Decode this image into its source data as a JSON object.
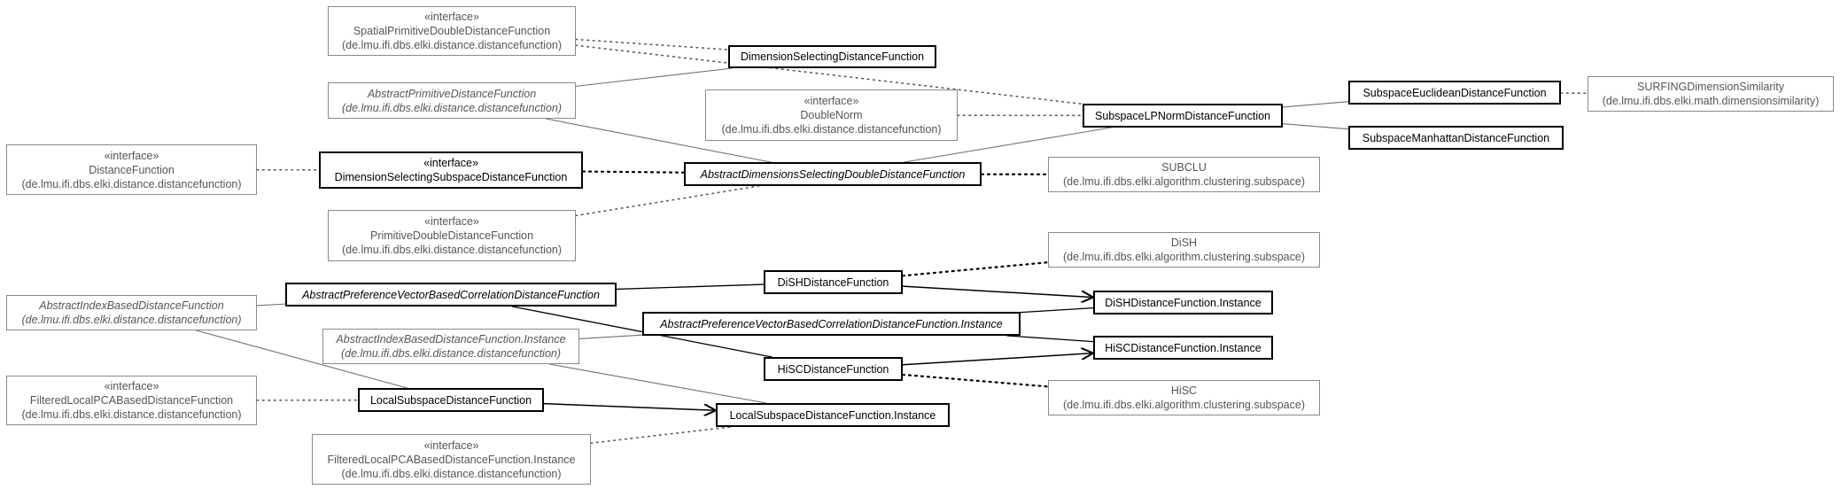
{
  "diagram": {
    "nodes": [
      {
        "id": "spatialPrimitive",
        "lines": [
          "«interface»",
          "SpatialPrimitiveDoubleDistanceFunction",
          "(de.lmu.ifi.dbs.elki.distance.distancefunction)"
        ],
        "abstract": false,
        "external": true
      },
      {
        "id": "dimSelecting",
        "lines": [
          "DimensionSelectingDistanceFunction"
        ],
        "abstract": false,
        "external": false
      },
      {
        "id": "abstractPrimitive",
        "lines": [
          "AbstractPrimitiveDistanceFunction",
          "(de.lmu.ifi.dbs.elki.distance.distancefunction)"
        ],
        "abstract": true,
        "external": true
      },
      {
        "id": "doubleNorm",
        "lines": [
          "«interface»",
          "DoubleNorm",
          "(de.lmu.ifi.dbs.elki.distance.distancefunction)"
        ],
        "abstract": false,
        "external": true
      },
      {
        "id": "subspaceLP",
        "lines": [
          "SubspaceLPNormDistanceFunction"
        ],
        "abstract": false,
        "external": false
      },
      {
        "id": "subspaceEuclid",
        "lines": [
          "SubspaceEuclideanDistanceFunction"
        ],
        "abstract": false,
        "external": false
      },
      {
        "id": "surfing",
        "lines": [
          "SURFINGDimensionSimilarity",
          "(de.lmu.ifi.dbs.elki.math.dimensionsimilarity)"
        ],
        "abstract": false,
        "external": true
      },
      {
        "id": "subspaceManhattan",
        "lines": [
          "SubspaceManhattanDistanceFunction"
        ],
        "abstract": false,
        "external": false
      },
      {
        "id": "distanceFunction",
        "lines": [
          "«interface»",
          "DistanceFunction",
          "(de.lmu.ifi.dbs.elki.distance.distancefunction)"
        ],
        "abstract": false,
        "external": true
      },
      {
        "id": "dimSelSubspace",
        "lines": [
          "«interface»",
          "DimensionSelectingSubspaceDistanceFunction"
        ],
        "abstract": false,
        "external": false
      },
      {
        "id": "abstractDimSel",
        "lines": [
          "AbstractDimensionsSelectingDoubleDistanceFunction"
        ],
        "abstract": true,
        "external": false
      },
      {
        "id": "subclu",
        "lines": [
          "SUBCLU",
          "(de.lmu.ifi.dbs.elki.algorithm.clustering.subspace)"
        ],
        "abstract": false,
        "external": true
      },
      {
        "id": "primitiveDouble",
        "lines": [
          "«interface»",
          "PrimitiveDoubleDistanceFunction",
          "(de.lmu.ifi.dbs.elki.distance.distancefunction)"
        ],
        "abstract": false,
        "external": true
      },
      {
        "id": "dish",
        "lines": [
          "DiSH",
          "(de.lmu.ifi.dbs.elki.algorithm.clustering.subspace)"
        ],
        "abstract": false,
        "external": true
      },
      {
        "id": "abstractIndexBased",
        "lines": [
          "AbstractIndexBasedDistanceFunction",
          "(de.lmu.ifi.dbs.elki.distance.distancefunction)"
        ],
        "abstract": true,
        "external": true
      },
      {
        "id": "abstractPrefVec",
        "lines": [
          "AbstractPreferenceVectorBasedCorrelationDistanceFunction"
        ],
        "abstract": true,
        "external": false
      },
      {
        "id": "dishDist",
        "lines": [
          "DiSHDistanceFunction"
        ],
        "abstract": false,
        "external": false
      },
      {
        "id": "dishInst",
        "lines": [
          "DiSHDistanceFunction.Instance"
        ],
        "abstract": false,
        "external": false
      },
      {
        "id": "abstractPrefVecInst",
        "lines": [
          "AbstractPreferenceVectorBasedCorrelationDistanceFunction.Instance"
        ],
        "abstract": true,
        "external": false
      },
      {
        "id": "abstractIndexBasedInst",
        "lines": [
          "AbstractIndexBasedDistanceFunction.Instance",
          "(de.lmu.ifi.dbs.elki.distance.distancefunction)"
        ],
        "abstract": true,
        "external": true
      },
      {
        "id": "hiscDist",
        "lines": [
          "HiSCDistanceFunction"
        ],
        "abstract": false,
        "external": false
      },
      {
        "id": "hiscInst",
        "lines": [
          "HiSCDistanceFunction.Instance"
        ],
        "abstract": false,
        "external": false
      },
      {
        "id": "filteredLocalPCA",
        "lines": [
          "«interface»",
          "FilteredLocalPCABasedDistanceFunction",
          "(de.lmu.ifi.dbs.elki.distance.distancefunction)"
        ],
        "abstract": false,
        "external": true
      },
      {
        "id": "localSubspace",
        "lines": [
          "LocalSubspaceDistanceFunction"
        ],
        "abstract": false,
        "external": false
      },
      {
        "id": "hisc",
        "lines": [
          "HiSC",
          "(de.lmu.ifi.dbs.elki.algorithm.clustering.subspace)"
        ],
        "abstract": false,
        "external": true
      },
      {
        "id": "localSubspaceInst",
        "lines": [
          "LocalSubspaceDistanceFunction.Instance"
        ],
        "abstract": false,
        "external": false
      },
      {
        "id": "filteredLocalPCAInst",
        "lines": [
          "«interface»",
          "FilteredLocalPCABasedDistanceFunction.Instance",
          "(de.lmu.ifi.dbs.elki.distance.distancefunction)"
        ],
        "abstract": false,
        "external": true
      }
    ],
    "edges": [
      {
        "from": "spatialPrimitive",
        "to": "dimSelecting",
        "style": "dotted"
      },
      {
        "from": "spatialPrimitive",
        "to": "subspaceLP",
        "style": "dotted"
      },
      {
        "from": "abstractPrimitive",
        "to": "dimSelecting",
        "style": "solid"
      },
      {
        "from": "abstractPrimitive",
        "to": "abstractDimSel",
        "style": "solid"
      },
      {
        "from": "doubleNorm",
        "to": "subspaceLP",
        "style": "dotted"
      },
      {
        "from": "abstractDimSel",
        "to": "subspaceLP",
        "style": "solid"
      },
      {
        "from": "subspaceLP",
        "to": "subspaceEuclid",
        "style": "solid"
      },
      {
        "from": "subspaceLP",
        "to": "subspaceManhattan",
        "style": "solid"
      },
      {
        "from": "subspaceEuclid",
        "to": "surfing",
        "style": "dotted"
      },
      {
        "from": "distanceFunction",
        "to": "dimSelSubspace",
        "style": "dotted"
      },
      {
        "from": "dimSelSubspace",
        "to": "abstractDimSel",
        "style": "dotted-bold"
      },
      {
        "from": "abstractDimSel",
        "to": "subclu",
        "style": "dotted-bold"
      },
      {
        "from": "primitiveDouble",
        "to": "abstractDimSel",
        "style": "dotted"
      },
      {
        "from": "abstractIndexBased",
        "to": "abstractPrefVec",
        "style": "solid"
      },
      {
        "from": "abstractIndexBased",
        "to": "localSubspace",
        "style": "solid"
      },
      {
        "from": "abstractPrefVec",
        "to": "dishDist",
        "style": "solid-bold"
      },
      {
        "from": "abstractPrefVec",
        "to": "hiscDist",
        "style": "solid-bold"
      },
      {
        "from": "dishDist",
        "to": "dish",
        "style": "dotted-bold"
      },
      {
        "from": "dishDist",
        "to": "dishInst",
        "style": "arrow"
      },
      {
        "from": "abstractPrefVecInst",
        "to": "dishInst",
        "style": "solid-bold"
      },
      {
        "from": "abstractPrefVecInst",
        "to": "hiscInst",
        "style": "solid-bold"
      },
      {
        "from": "abstractIndexBasedInst",
        "to": "abstractPrefVecInst",
        "style": "solid"
      },
      {
        "from": "abstractIndexBasedInst",
        "to": "localSubspaceInst",
        "style": "solid"
      },
      {
        "from": "hiscDist",
        "to": "hiscInst",
        "style": "arrow"
      },
      {
        "from": "hiscDist",
        "to": "hisc",
        "style": "dotted-bold"
      },
      {
        "from": "filteredLocalPCA",
        "to": "localSubspace",
        "style": "dotted"
      },
      {
        "from": "localSubspace",
        "to": "localSubspaceInst",
        "style": "arrow"
      },
      {
        "from": "filteredLocalPCAInst",
        "to": "localSubspaceInst",
        "style": "dotted"
      }
    ]
  }
}
